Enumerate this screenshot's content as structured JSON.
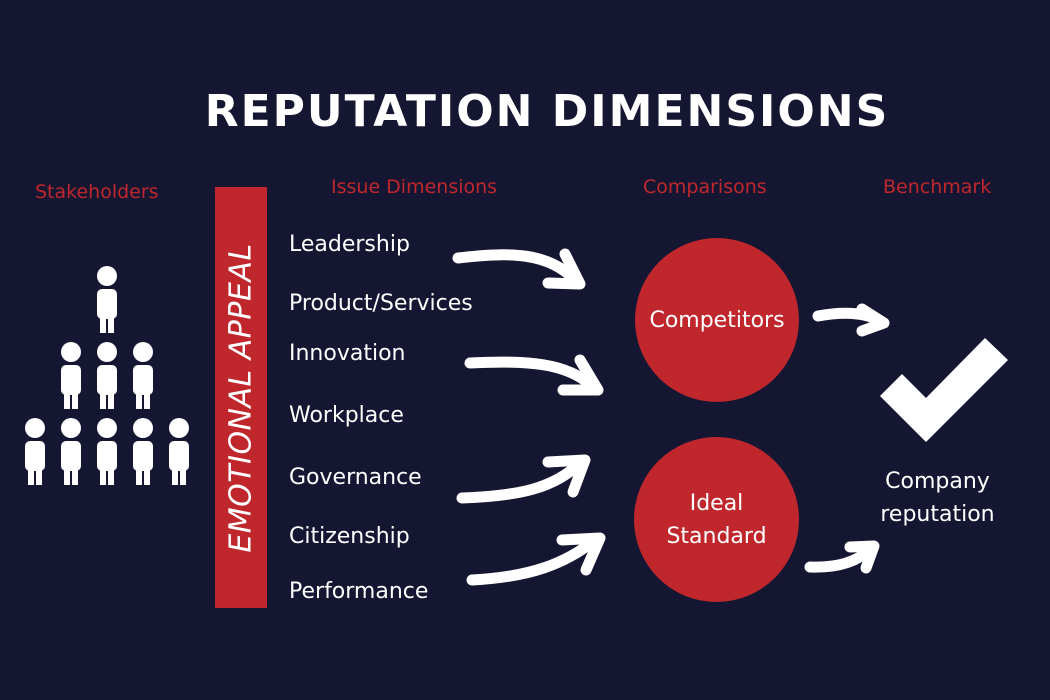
{
  "title": "REPUTATION DIMENSIONS",
  "columns": {
    "stakeholders": "Stakeholders",
    "issue_dimensions": "Issue Dimensions",
    "comparisons": "Comparisons",
    "benchmark": "Benchmark"
  },
  "emotional_appeal": "EMOTIONAL APPEAL",
  "issues": [
    "Leadership",
    "Product/Services",
    "Innovation",
    "Workplace",
    "Governance",
    "Citizenship",
    "Performance"
  ],
  "comparisons": {
    "competitors": "Competitors",
    "ideal_standard": "Ideal\nStandard"
  },
  "benchmark": {
    "label": "Company reputation",
    "icon": "checkmark-icon"
  },
  "stakeholder_icon": "person-icon",
  "colors": {
    "background": "#151632",
    "accent": "#c0272d",
    "text": "#ffffff"
  }
}
